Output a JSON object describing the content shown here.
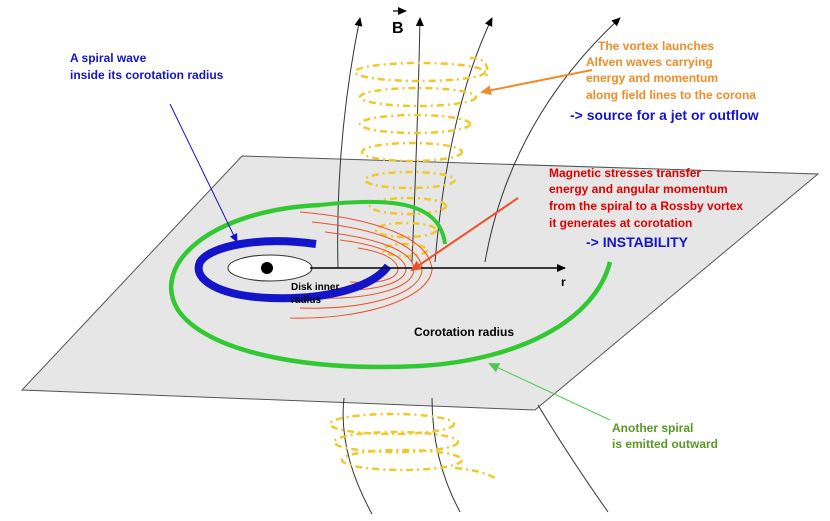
{
  "labels": {
    "field_symbol": "B",
    "axis_symbol": "r",
    "spiral_wave": [
      "A spiral wave",
      "inside its corotation radius"
    ],
    "vortex_launch": [
      "The vortex launches",
      "Alfven waves carrying",
      "energy and momentum",
      "along field lines to the corona"
    ],
    "source_jet": "->  source for a jet or outflow",
    "magnetic_stresses": [
      "Magnetic stresses transfer",
      "energy and angular momentum",
      "from the spiral to a Rossby vortex",
      "it generates at corotation"
    ],
    "instability": "->  INSTABILITY",
    "disk_inner_radius": [
      "Disk inner",
      "radius"
    ],
    "corotation_radius": "Corotation radius",
    "another_spiral": [
      "Another spiral",
      "is emitted outward"
    ]
  },
  "colors": {
    "disk_plane": "#e6e6e6",
    "inner_spiral": "#1414c8",
    "outer_spiral": "#32c832",
    "vortex": "#f05028",
    "alfven_waves": "#f0c828",
    "annotation_blue": "#1414c8",
    "annotation_orange": "#f08c28",
    "annotation_red": "#dc0000",
    "annotation_green": "#5a9628"
  }
}
